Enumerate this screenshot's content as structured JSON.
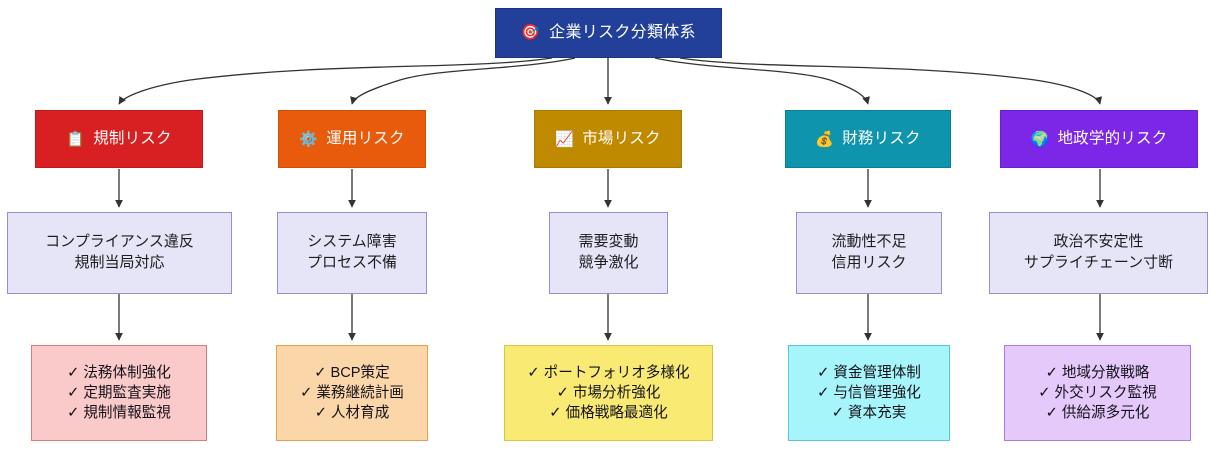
{
  "diagram": {
    "title": "企業リスク分類体系",
    "root": {
      "label": "企業リスク分類体系",
      "icon": "direct-hit-icon",
      "icon_glyph": "🎯",
      "color": "#22409a"
    },
    "edge_color": "#333333",
    "branches": [
      {
        "id": "regulatory",
        "header": {
          "label": "規制リスク",
          "icon": "clipboard-icon",
          "icon_glyph": "📋",
          "color": "#d81f21",
          "border": "#c01a1c"
        },
        "detail": {
          "lines": [
            "コンプライアンス違反",
            "規制当局対応"
          ],
          "bg": "#e6e5f8",
          "border": "#9a8fce"
        },
        "actions": {
          "items": [
            "法務体制強化",
            "定期監査実施",
            "規制情報監視"
          ],
          "bg": "#fac9c9",
          "border": "#e07a7a",
          "check": "✓"
        }
      },
      {
        "id": "operational",
        "header": {
          "label": "運用リスク",
          "icon": "gear-icon",
          "icon_glyph": "⚙️",
          "color": "#e85b0c",
          "border": "#cf4f08"
        },
        "detail": {
          "lines": [
            "システム障害",
            "プロセス不備"
          ],
          "bg": "#e6e5f8",
          "border": "#9a8fce"
        },
        "actions": {
          "items": [
            "BCP策定",
            "業務継続計画",
            "人材育成"
          ],
          "bg": "#fbd6a8",
          "border": "#e0a252",
          "check": "✓"
        }
      },
      {
        "id": "market",
        "header": {
          "label": "市場リスク",
          "icon": "chart-increasing-icon",
          "icon_glyph": "📈",
          "color": "#c08a00",
          "border": "#a87a00"
        },
        "detail": {
          "lines": [
            "需要変動",
            "競争激化"
          ],
          "bg": "#e6e5f8",
          "border": "#9a8fce"
        },
        "actions": {
          "items": [
            "ポートフォリオ多様化",
            "市場分析強化",
            "価格戦略最適化"
          ],
          "bg": "#f9ea74",
          "border": "#d8c63e",
          "check": "✓"
        }
      },
      {
        "id": "financial",
        "header": {
          "label": "財務リスク",
          "icon": "money-bag-icon",
          "icon_glyph": "💰",
          "color": "#0f94ad",
          "border": "#0b7f95",
          "text_color": "#ffffff"
        },
        "detail": {
          "lines": [
            "流動性不足",
            "信用リスク"
          ],
          "bg": "#e6e5f8",
          "border": "#9a8fce"
        },
        "actions": {
          "items": [
            "資金管理体制",
            "与信管理強化",
            "資本充実"
          ],
          "bg": "#a6f5fb",
          "border": "#56c9d6",
          "check": "✓"
        }
      },
      {
        "id": "geopolitical",
        "header": {
          "label": "地政学的リスク",
          "icon": "globe-icon",
          "icon_glyph": "🌍",
          "color": "#7c27e8",
          "border": "#6a1fd0"
        },
        "detail": {
          "lines": [
            "政治不安定性",
            "サプライチェーン寸断"
          ],
          "bg": "#e6e5f8",
          "border": "#9a8fce"
        },
        "actions": {
          "items": [
            "地域分散戦略",
            "外交リスク監視",
            "供給源多元化"
          ],
          "bg": "#e5c9fb",
          "border": "#b07ae0",
          "check": "✓"
        }
      }
    ]
  }
}
